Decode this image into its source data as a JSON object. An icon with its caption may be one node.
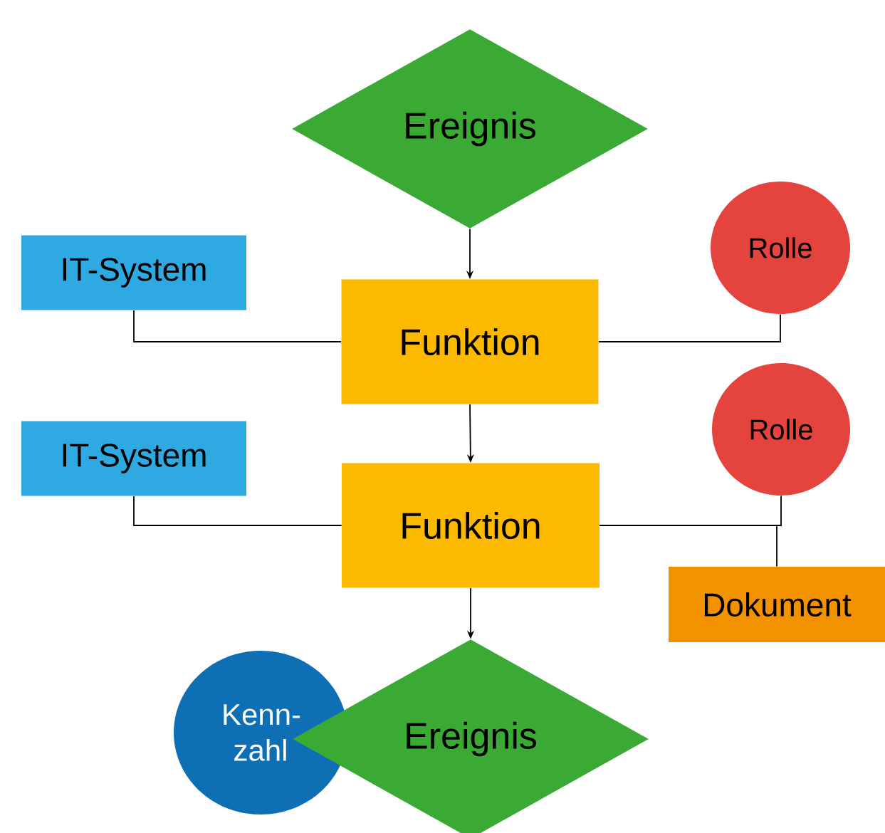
{
  "diagram": {
    "nodes": [
      {
        "text": [
          "Ereignis"
        ]
      },
      {
        "text": [
          "IT-System"
        ]
      },
      {
        "text": [
          "Rolle"
        ]
      },
      {
        "text": [
          "Funktion"
        ]
      },
      {
        "text": [
          "IT-System"
        ]
      },
      {
        "text": [
          "Rolle"
        ]
      },
      {
        "text": [
          "Funktion"
        ]
      },
      {
        "text": [
          "Dokument"
        ]
      },
      {
        "text": [
          "Kenn- zahl"
        ]
      },
      {
        "text": [
          "Ereignis"
        ]
      }
    ],
    "edges": [
      {
        "from": 0,
        "to": 3,
        "arrow": "to"
      },
      {
        "from": 1,
        "to": 3,
        "arrow": "none"
      },
      {
        "from": 2,
        "to": 3,
        "arrow": "none"
      },
      {
        "from": 3,
        "to": 6,
        "arrow": "to"
      },
      {
        "from": 4,
        "to": 6,
        "arrow": "none"
      },
      {
        "from": 5,
        "to": 6,
        "arrow": "none"
      },
      {
        "from": 7,
        "to": 6,
        "arrow": "none"
      },
      {
        "from": 6,
        "to": 9,
        "arrow": "to"
      }
    ]
  }
}
